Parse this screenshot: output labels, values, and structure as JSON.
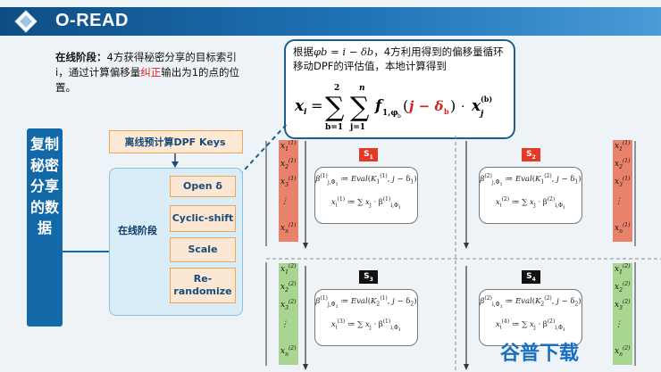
{
  "header": {
    "title": "O-READ"
  },
  "online_desc": {
    "label": "在线阶段：",
    "text_a": "4方获得秘密分享的目标索引i，通过计算偏移量",
    "text_red": "纠正",
    "text_b": "输出为1的点的位置。"
  },
  "callout": {
    "text_a": "根据",
    "phi_expr": "φb = i − δb",
    "text_b": "，4方利用得到的偏移量循环移动DPF的评估值，本地计算得到"
  },
  "left_bar": {
    "text": "复制秘密分享的数据"
  },
  "pipeline": {
    "offline_label": "离线预计算DPF Keys",
    "online_stage_label": "在线阶段",
    "steps": [
      "Open δ",
      "Cyclic-shift",
      "Scale",
      "Re-randomize"
    ]
  },
  "servers": [
    {
      "label": "S",
      "sub": "1",
      "style": "red"
    },
    {
      "label": "S",
      "sub": "2",
      "style": "red"
    },
    {
      "label": "S",
      "sub": "3",
      "style": "black"
    },
    {
      "label": "S",
      "sub": "4",
      "style": "black"
    }
  ],
  "colors": {
    "header": "#1a6aad",
    "accent_red": "#e21f1f",
    "step_border": "#f0a550",
    "share1_bar": "#e8826b",
    "share2_bar": "#a8d58f"
  },
  "watermark": {
    "text": "谷普下载"
  }
}
